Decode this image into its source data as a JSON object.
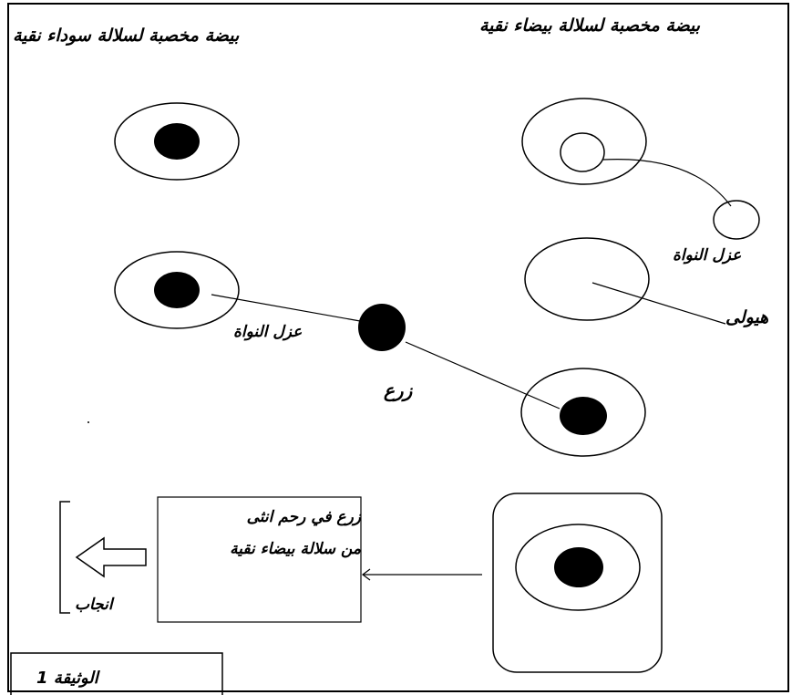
{
  "top_labels": {
    "left": "بيضة مخصبة لسلالة سوداء نقية",
    "right": "بيضة مخصبة لسلالة بيضاء نقية"
  },
  "labels": {
    "nucleus_isolation_right": "عزل النواة",
    "nucleus_isolation_left": "عزل النواة",
    "cytoplasm": "هيولى",
    "implant": "زرع",
    "birth": "انجاب",
    "document": "الوثيقة 1"
  },
  "implant_box": {
    "line1": "زرع في رحم انثى",
    "line2": "من سلالة بيضاء نقية"
  }
}
